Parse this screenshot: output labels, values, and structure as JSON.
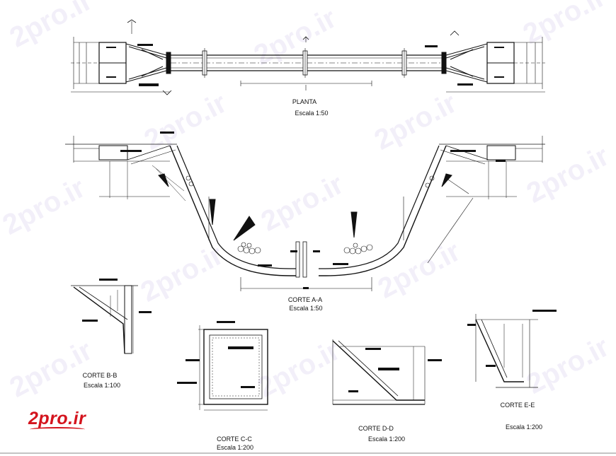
{
  "watermark": {
    "text": "2pro.ir"
  },
  "logo": {
    "text": "2pro.ir",
    "color": "#d4141e"
  },
  "colors": {
    "line": "#111111",
    "watermark": "#d8cdea",
    "background": "#ffffff"
  },
  "drawings": {
    "planta": {
      "title": "PLANTA",
      "scale": "Escala 1:50"
    },
    "corte_aa": {
      "title": "CORTE A-A",
      "scale": "Escala 1:50"
    },
    "corte_bb": {
      "title": "CORTE B-B",
      "scale": "Escala 1:100"
    },
    "corte_cc": {
      "title": "CORTE C-C",
      "scale": "Escala 1:200"
    },
    "corte_dd": {
      "title": "CORTE D-D",
      "scale": "Escala 1:200"
    },
    "corte_ee": {
      "title": "CORTE E-E",
      "scale": "Escala 1:200"
    }
  }
}
